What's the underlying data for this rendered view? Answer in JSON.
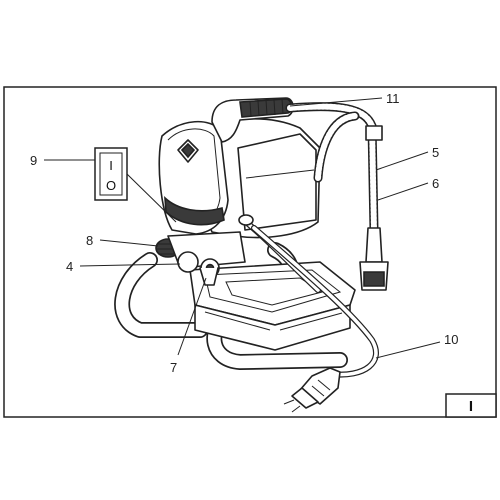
{
  "callouts": {
    "c11": "11",
    "c5": "5",
    "c6": "6",
    "c9": "9",
    "c8": "8",
    "c4": "4",
    "c7": "7",
    "c10": "10"
  },
  "switch": {
    "on_symbol": "I",
    "off_symbol": "O"
  },
  "page_tab": "I"
}
